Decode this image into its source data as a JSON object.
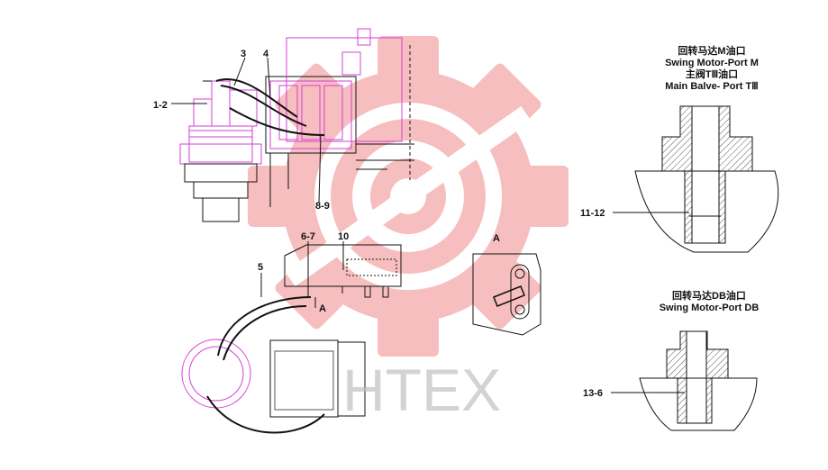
{
  "callouts": {
    "c1_2": "1-2",
    "c3": "3",
    "c4": "4",
    "c8_9": "8-9",
    "c6_7": "6-7",
    "c10": "10",
    "c5": "5",
    "cA_small": "A",
    "cA_view": "A",
    "c11_12": "11-12",
    "c13_6": "13-6"
  },
  "detail_top": {
    "line1": "回转马达M油口",
    "line2": "Swing Motor-Port M",
    "line3": "主阀TⅢ油口",
    "line4": "Main Balve- Port TⅢ"
  },
  "detail_bottom": {
    "line1": "回转马达DB油口",
    "line2": "Swing Motor-Port DB"
  },
  "watermark": {
    "text": "HTEX",
    "color": "#f08a8a"
  },
  "colors": {
    "line": "#111111",
    "magenta": "#d63fd6",
    "hatch": "#555555",
    "watermark_gray": "#bdbdbd"
  }
}
